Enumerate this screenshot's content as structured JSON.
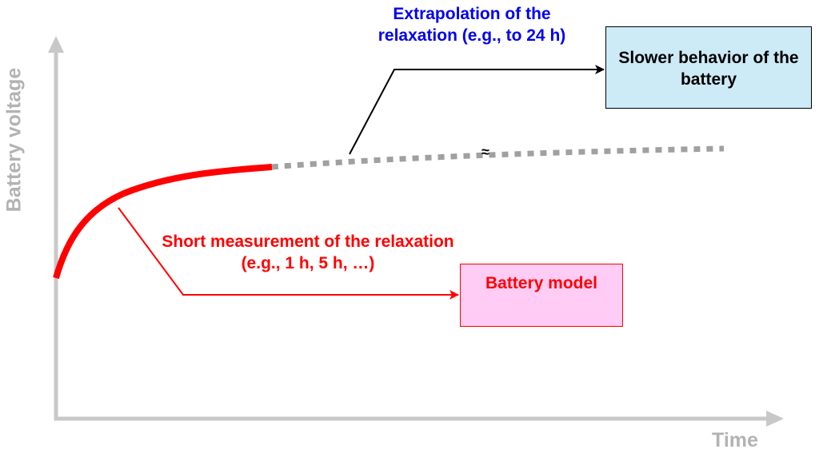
{
  "axes": {
    "y_label": "Battery voltage",
    "x_label": "Time",
    "color": "#b3b3b3"
  },
  "curves": {
    "measured": {
      "color": "#ff0000",
      "style": "solid"
    },
    "extrapolated": {
      "color": "#a0a0a0",
      "style": "dashed",
      "break_mark": "≈"
    }
  },
  "annotations": {
    "extrapolation": {
      "text": "Extrapolation of the relaxation (e.g., to 24 h)",
      "color": "#0000ee"
    },
    "short_measurement": {
      "text": "Short measurement of the relaxation (e.g., 1 h, 5 h, …)",
      "color": "#ff0000"
    }
  },
  "boxes": {
    "slower_behavior": {
      "text": "Slower behavior of the battery",
      "fill": "#cdeaf7",
      "border": "#000000"
    },
    "battery_model": {
      "text": "Battery model",
      "fill": "#ffccf5",
      "border": "#ff0000"
    }
  }
}
